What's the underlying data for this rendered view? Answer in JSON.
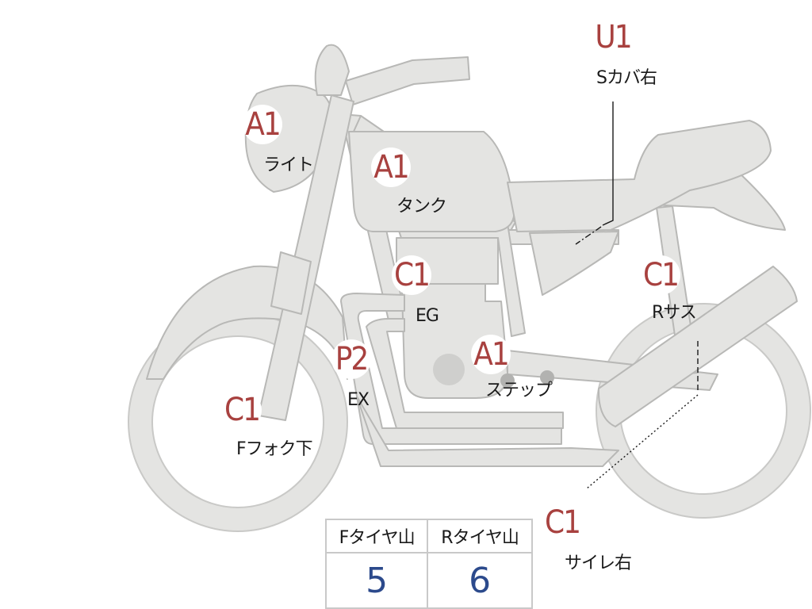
{
  "colors": {
    "grade": "#a8413f",
    "tire_value": "#2c4a8c",
    "bike_fill": "#e4e4e2",
    "bike_stroke": "#b8b8b6"
  },
  "parts": {
    "saddle_cover_right": {
      "grade": "U1",
      "label": "Sカバ右"
    },
    "light": {
      "grade": "A1",
      "label": "ライト"
    },
    "tank": {
      "grade": "A1",
      "label": "タンク"
    },
    "engine": {
      "grade": "C1",
      "label": "EG"
    },
    "rear_suspension": {
      "grade": "C1",
      "label": "Rサス"
    },
    "exhaust": {
      "grade": "P2",
      "label": "EX"
    },
    "step": {
      "grade": "A1",
      "label": "ステップ"
    },
    "front_fork_lower": {
      "grade": "C1",
      "label": "Fフォク下"
    },
    "silencer_right": {
      "grade": "C1",
      "label": "サイレ右"
    }
  },
  "tires": {
    "front": {
      "label": "Fタイヤ山",
      "value": "5"
    },
    "rear": {
      "label": "Rタイヤ山",
      "value": "6"
    }
  }
}
